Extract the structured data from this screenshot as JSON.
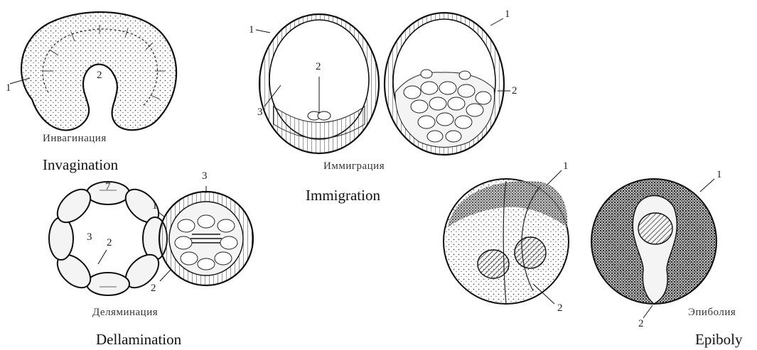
{
  "panels": {
    "invagination": {
      "label_ru": "Инвагинация",
      "label_en": "Invagination",
      "markers": [
        "1",
        "2"
      ]
    },
    "immigration": {
      "label_ru": "Иммиграция",
      "label_en": "Immigration",
      "markers": [
        "1",
        "2",
        "3",
        "1",
        "2"
      ]
    },
    "dellamination": {
      "label_ru": "Деляминация",
      "label_en": "Dellamination",
      "markers": [
        "7",
        "3",
        "2",
        "1",
        "2",
        "3"
      ]
    },
    "epiboly": {
      "label_ru": "Эпиболия",
      "label_en": "Epiboly",
      "markers": [
        "1",
        "2",
        "1",
        "2"
      ]
    }
  },
  "colors": {
    "ink": "#111111",
    "cell_fill": "#f4f4f4",
    "stipple": "#555555"
  }
}
